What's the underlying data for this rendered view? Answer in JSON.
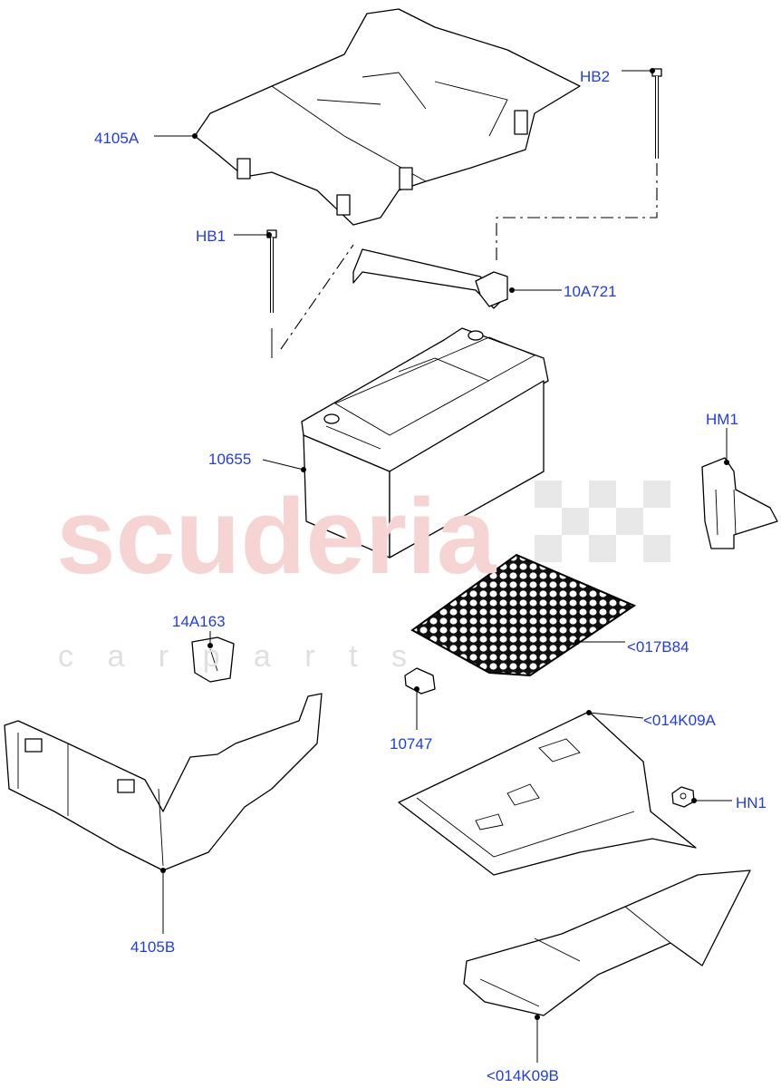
{
  "watermark": {
    "brand": "scuderia",
    "sub": "c a r p a r t s",
    "brand_color": "#f7d4d4"
  },
  "label_color": "#1f3cf0",
  "callouts": {
    "c4105A": "4105A",
    "hb2": "HB2",
    "hb1": "HB1",
    "c10A721": "10A721",
    "c10655": "10655",
    "hm1": "HM1",
    "c14A163": "14A163",
    "c017B84": "<017B84",
    "c10747": "10747",
    "c014K09A": "<014K09A",
    "hn1": "HN1",
    "c4105B": "4105B",
    "c014K09B": "<014K09B"
  }
}
